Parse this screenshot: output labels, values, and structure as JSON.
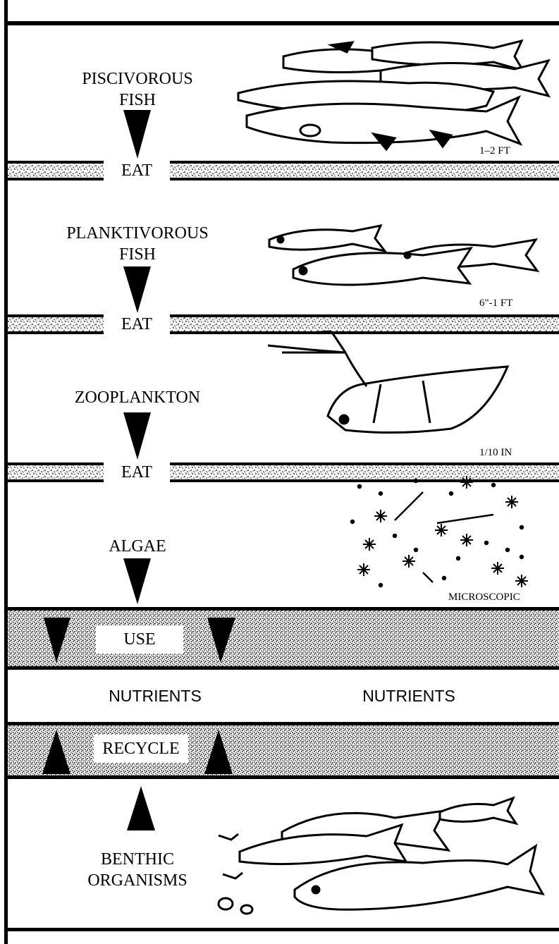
{
  "levels": [
    {
      "label": "PISCIVOROUS\nFISH",
      "size": "1–2 FT"
    },
    {
      "label": "PLANKTIVOROUS\nFISH",
      "size": "6\"-1 FT"
    },
    {
      "label": "ZOOPLANKTON",
      "size": "1/10 IN"
    },
    {
      "label": "ALGAE",
      "size": "MICROSCOPIC"
    }
  ],
  "eat_labels": [
    "EAT",
    "EAT",
    "EAT"
  ],
  "use_label": "USE",
  "nutrients": [
    "NUTRIENTS",
    "NUTRIENTS"
  ],
  "recycle_label": "RECYCLE",
  "benthic_label": "BENTHIC\nORGANISMS"
}
